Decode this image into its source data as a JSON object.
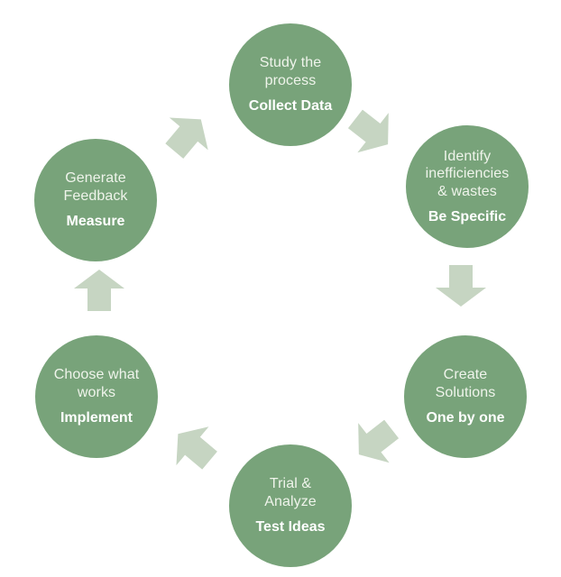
{
  "diagram": {
    "name": "continuous-improvement-cycle",
    "type": "cycle-diagram",
    "direction": "clockwise",
    "colors": {
      "circle_fill": "#78a37a",
      "arrow_fill": "#c6d5c2",
      "label_text": "#eff4eb",
      "tagline_text": "#ffffff",
      "background": "#ffffff"
    },
    "steps": [
      {
        "id": "study",
        "position": "top",
        "label": "Study the\nprocess",
        "tagline": "Collect Data"
      },
      {
        "id": "identify",
        "position": "top-right",
        "label": "Identify\ninefficiencies\n& wastes",
        "tagline": "Be Specific"
      },
      {
        "id": "create",
        "position": "bottom-right",
        "label": "Create\nSolutions",
        "tagline": "One by one"
      },
      {
        "id": "trial",
        "position": "bottom",
        "label": "Trial &\nAnalyze",
        "tagline": "Test Ideas"
      },
      {
        "id": "choose",
        "position": "bottom-left",
        "label": "Choose what\nworks",
        "tagline": "Implement"
      },
      {
        "id": "generate",
        "position": "top-left",
        "label": "Generate\nFeedback",
        "tagline": "Measure"
      }
    ],
    "arrows": [
      {
        "name": "arrow-generate-to-study",
        "direction": "up-right"
      },
      {
        "name": "arrow-study-to-identify",
        "direction": "down-right"
      },
      {
        "name": "arrow-identify-to-create",
        "direction": "down"
      },
      {
        "name": "arrow-create-to-trial",
        "direction": "down-left"
      },
      {
        "name": "arrow-trial-to-choose",
        "direction": "up-left"
      },
      {
        "name": "arrow-choose-to-generate",
        "direction": "up"
      }
    ]
  }
}
